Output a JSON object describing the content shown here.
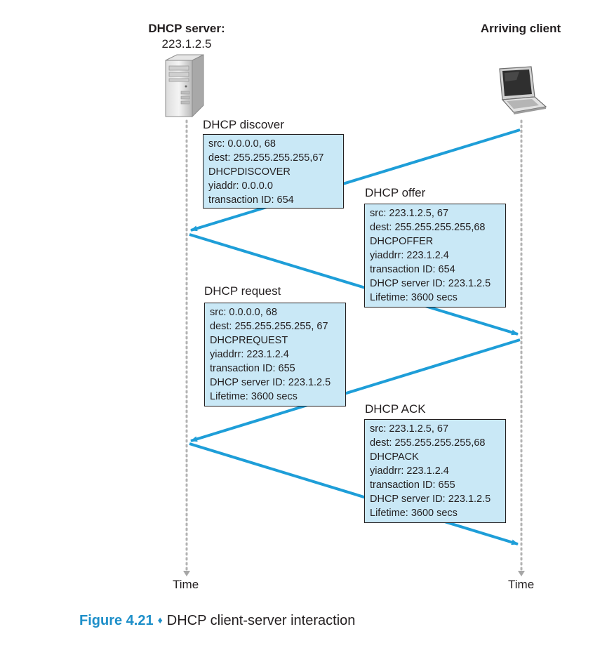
{
  "server": {
    "label": "DHCP server:",
    "address": "223.1.2.5"
  },
  "client": {
    "label": "Arriving client"
  },
  "messages": [
    {
      "title": "DHCP discover",
      "lines": [
        "src: 0.0.0.0, 68",
        "dest: 255.255.255.255,67",
        "DHCPDISCOVER",
        "yiaddr: 0.0.0.0",
        "transaction ID: 654"
      ]
    },
    {
      "title": "DHCP offer",
      "lines": [
        "src: 223.1.2.5, 67",
        "dest: 255.255.255.255,68",
        "DHCPOFFER",
        "yiaddrr: 223.1.2.4",
        "transaction ID: 654",
        "DHCP server ID: 223.1.2.5",
        "Lifetime: 3600 secs"
      ]
    },
    {
      "title": "DHCP request",
      "lines": [
        "src: 0.0.0.0, 68",
        "dest: 255.255.255.255, 67",
        "DHCPREQUEST",
        "yiaddrr: 223.1.2.4",
        "transaction ID: 655",
        "DHCP server ID: 223.1.2.5",
        "Lifetime: 3600 secs"
      ]
    },
    {
      "title": "DHCP ACK",
      "lines": [
        "src: 223.1.2.5, 67",
        "dest: 255.255.255.255,68",
        "DHCPACK",
        "yiaddrr: 223.1.2.4",
        "transaction ID: 655",
        "DHCP server ID: 223.1.2.5",
        "Lifetime: 3600 secs"
      ]
    }
  ],
  "time_label": "Time",
  "caption": {
    "figure": "Figure 4.21",
    "text": "DHCP client-server interaction"
  },
  "colors": {
    "arrow": "#1e9ed8",
    "box_fill": "#c9e8f6",
    "timeline": "#b3b3b3",
    "figure_label": "#1e8fc9"
  },
  "icons": {
    "server": "server-tower-icon",
    "client": "laptop-icon"
  }
}
